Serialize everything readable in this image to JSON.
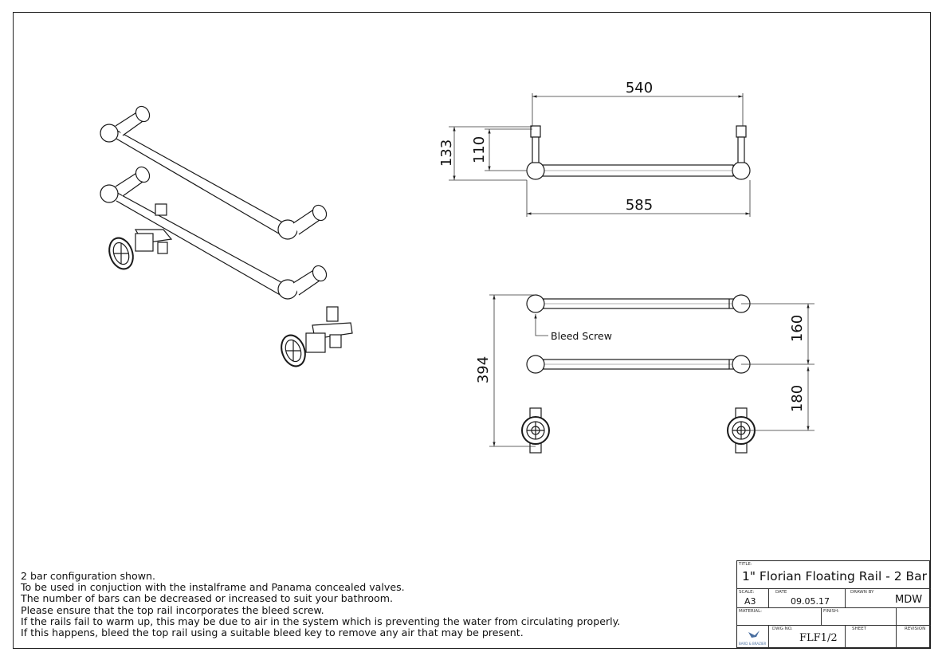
{
  "dimensions": {
    "width_540": "540",
    "width_585": "585",
    "height_133": "133",
    "height_110": "110",
    "height_394": "394",
    "spacing_160": "160",
    "spacing_180": "180"
  },
  "callout": {
    "bleed_screw": "Bleed Screw"
  },
  "notes": [
    "2 bar configuration shown.",
    "To be used in conjuction with the instalframe and Panama concealed valves.",
    "The number of bars can be decreased or increased to suit your bathroom.",
    "Please ensure that the top rail incorporates the bleed screw.",
    "If the rails fail to warm up, this may be due to air in the system which is preventing the water from circulating properly.",
    "If this happens, bleed the top rail using a suitable bleed key to remove any air that may be present."
  ],
  "title_block": {
    "title_label": "TITLE:",
    "title": "1\" Florian Floating Rail - 2 Bar",
    "scale_label": "SCALE:",
    "scale": "A3",
    "date_label": "DATE",
    "date": "09.05.17",
    "drawn_by_label": "DRAWN BY",
    "drawn_by": "MDW",
    "material_label": "MATERIAL:",
    "finish_label": "FINISH:",
    "dwg_no_label": "DWG NO.",
    "dwg_no": "FLF1/2",
    "sheet_label": "SHEET",
    "revision_label": "REVISION",
    "logo_text": "BARD & BRAZIER"
  },
  "colors": {
    "line": "#1a1a1a",
    "thin": "#444444"
  }
}
